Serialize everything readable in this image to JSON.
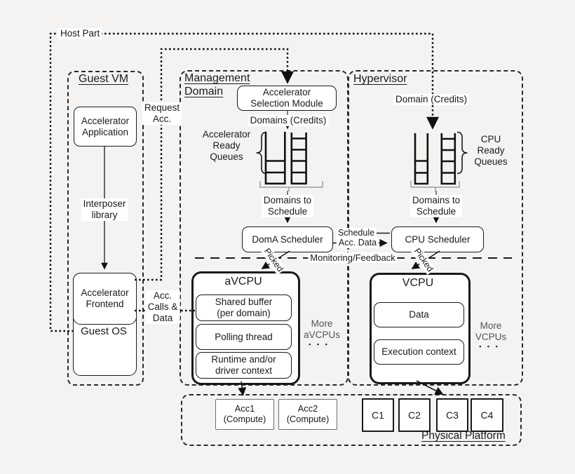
{
  "figure": {
    "host": {
      "label": "Host Part"
    },
    "guest_vm": {
      "title": "Guest VM",
      "app_box": "Accelerator\nApplication",
      "interposer": "Interposer\nlibrary",
      "frontend_box": "Accelerator\nFrontend",
      "guest_os": "Guest OS"
    },
    "links": {
      "request_acc": "Request\nAcc.",
      "acc_calls_data": "Acc.\nCalls &\nData",
      "schedule": "Schedule",
      "acc_data": "Acc. Data",
      "monitoring": "Monitoring/Feedback"
    },
    "management_domain": {
      "title": "Management\nDomain",
      "selection_module": "Accelerator\nSelection Module",
      "domains_credits": "Domains (Credits)",
      "queues_label": "Accelerator\nReady\nQueues",
      "domains_to_schedule": "Domains to\nSchedule",
      "scheduler": "DomA Scheduler",
      "picked": "Picked",
      "avcpu": {
        "title": "aVCPU",
        "items": [
          "Shared buffer\n(per domain)",
          "Polling thread",
          "Runtime and/or\ndriver context"
        ],
        "more": "More\naVCPUs",
        "dots": "▪ ▪ ▪"
      }
    },
    "hypervisor": {
      "title": "Hypervisor",
      "domain_credits": "Domain (Credits)",
      "queues_label": "CPU\nReady\nQueues",
      "domains_to_schedule": "Domains to\nSchedule",
      "scheduler": "CPU Scheduler",
      "picked": "Picked",
      "vcpu": {
        "title": "VCPU",
        "items": [
          "Data",
          "Execution context"
        ],
        "more": "More\nVCPUs",
        "dots": "▪ ▪ ▪"
      }
    },
    "physical_platform": {
      "title": "Physical Platform",
      "accelerators": [
        "Acc1\n(Compute)",
        "Acc2\n(Compute)"
      ],
      "cores": [
        "C1",
        "C2",
        "C3",
        "C4"
      ]
    },
    "colors": {
      "background": "#f4f3f1",
      "line": "#1a1a1a",
      "gray_border": "#6e6e6e",
      "label_background": "#ffffff"
    }
  }
}
